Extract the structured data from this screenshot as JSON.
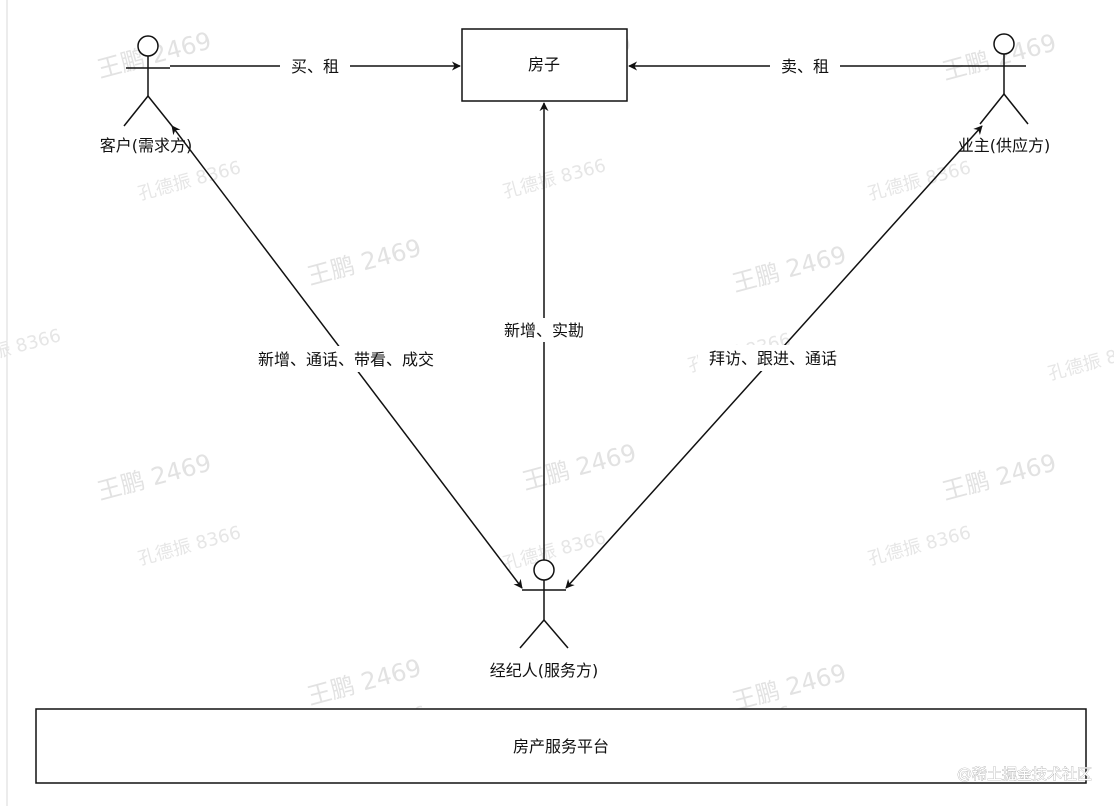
{
  "nodes": {
    "house": "房子",
    "customer": "客户(需求方)",
    "owner": "业主(供应方)",
    "agent": "经纪人(服务方)",
    "platform": "房产服务平台"
  },
  "edges": {
    "customer_to_house": "买、租",
    "owner_to_house": "卖、租",
    "agent_to_house": "新增、实勘",
    "agent_to_customer": "新增、通话、带看、成交",
    "agent_to_owner": "拜访、跟进、通话"
  },
  "watermarks": {
    "name_a": "王鹏 2469",
    "name_b": "孔德振 8366"
  },
  "credit": "@稀土掘金技术社区"
}
